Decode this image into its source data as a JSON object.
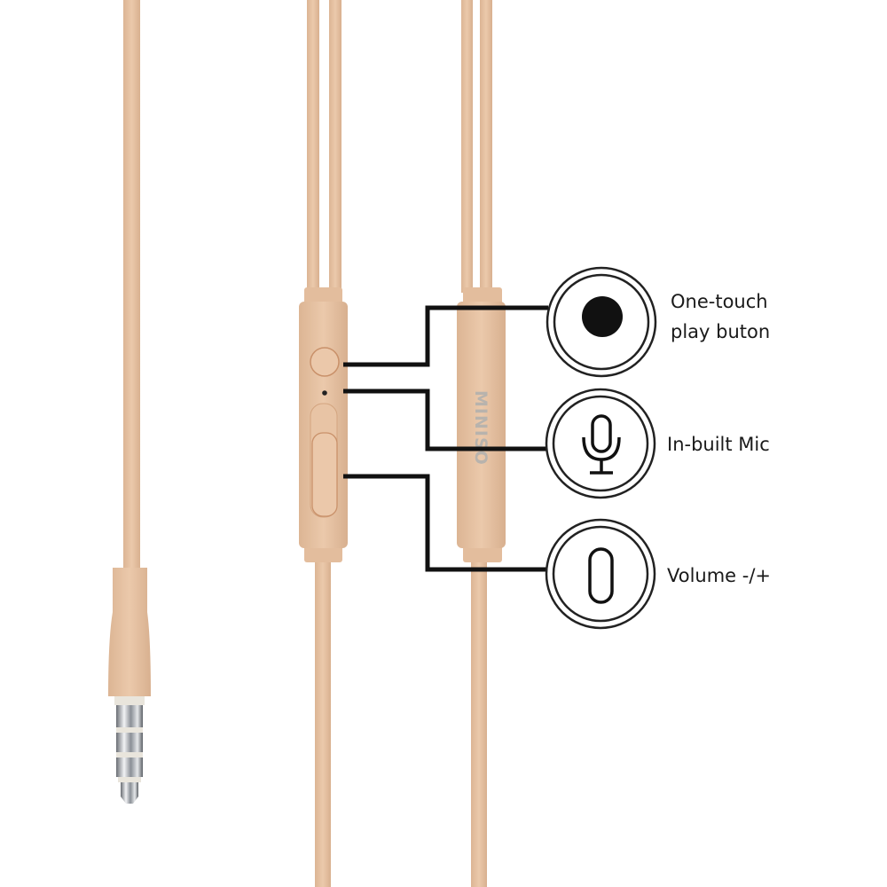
{
  "colors": {
    "cable": "#e6c2a3",
    "cable_shade": "#d9b291",
    "line": "#111111",
    "background": "#ffffff"
  },
  "brand_logo": "MINISO",
  "callouts": [
    {
      "icon": "play-button-icon",
      "label_line1": "One-touch",
      "label_line2": "play buton"
    },
    {
      "icon": "microphone-icon",
      "label": "In-built Mic"
    },
    {
      "icon": "volume-rocker-icon",
      "label": "Volume -/+"
    }
  ]
}
